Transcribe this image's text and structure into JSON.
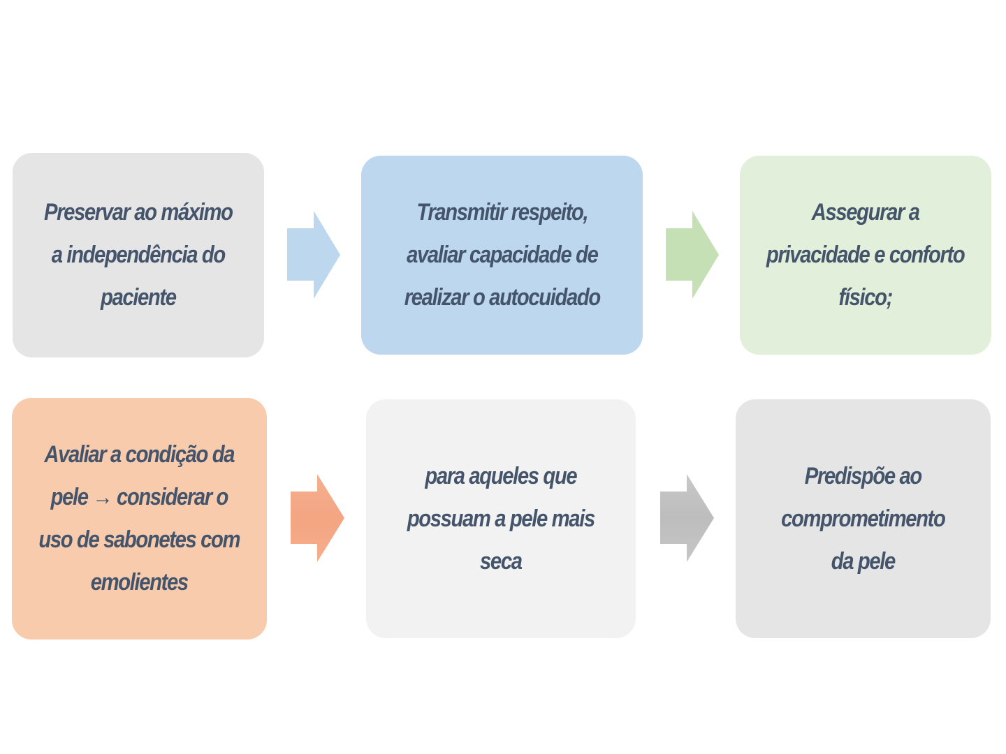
{
  "diagram": {
    "rows": [
      {
        "boxes": [
          {
            "lines": [
              "Preservar ao máximo",
              "a independência do",
              "paciente"
            ],
            "color": "#e5e5e5"
          },
          {
            "lines": [
              "Transmitir respeito,",
              "avaliar capacidade de",
              "realizar o autocuidado"
            ],
            "color": "#bdd7ee"
          },
          {
            "lines": [
              "Assegurar a",
              "privacidade e conforto",
              "físico;"
            ],
            "color": "#e2efda"
          }
        ],
        "arrows": [
          {
            "color": "#bdd7ee",
            "direction": "right"
          },
          {
            "color": "#c5e0b4",
            "direction": "right"
          }
        ]
      },
      {
        "boxes": [
          {
            "lines": [
              "Avaliar a condição da",
              "pele → considerar o",
              "uso de sabonetes com",
              "emolientes"
            ],
            "color": "#f8cbad"
          },
          {
            "lines": [
              "para aqueles que",
              "possuam a pele mais",
              "seca"
            ],
            "color": "#f2f2f2"
          },
          {
            "lines": [
              "Predispõe ao",
              "comprometimento",
              "da pele"
            ],
            "color": "#e5e5e5"
          }
        ],
        "arrows": [
          {
            "color": "#f4a582",
            "direction": "right"
          },
          {
            "color": "#c0c0c0",
            "direction": "right"
          }
        ]
      }
    ],
    "text_color": "#44546a"
  }
}
